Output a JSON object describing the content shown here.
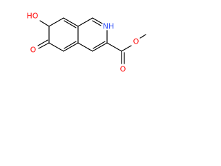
{
  "structure": {
    "atoms": [
      {
        "id": "o_hydroxy",
        "text": "HO",
        "color": "#ff0d0d"
      },
      {
        "id": "o_keto",
        "text": "O",
        "color": "#ff0d0d"
      },
      {
        "id": "n_ring",
        "text": "NH",
        "color": "#3050f8"
      },
      {
        "id": "o_carbonyl",
        "text": "O",
        "color": "#ff0d0d"
      },
      {
        "id": "o_ester",
        "text": "O",
        "color": "#ff0d0d"
      }
    ],
    "bond_color": "#000000"
  }
}
